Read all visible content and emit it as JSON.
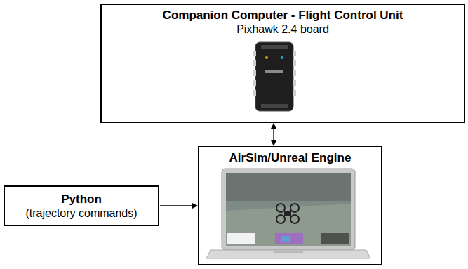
{
  "diagram": {
    "nodes": [
      {
        "text": [
          "Companion Computer - Flight Control Unit",
          "Pixhawk 2.4 board"
        ]
      },
      {
        "text": [
          "AirSim/Unreal Engine"
        ]
      },
      {
        "text": [
          "Python",
          "(trajectory commands)"
        ]
      }
    ],
    "edges": [
      {
        "from": 0,
        "to": 1,
        "arrow": "both"
      },
      {
        "from": 2,
        "to": 1,
        "arrow": "to"
      }
    ]
  }
}
